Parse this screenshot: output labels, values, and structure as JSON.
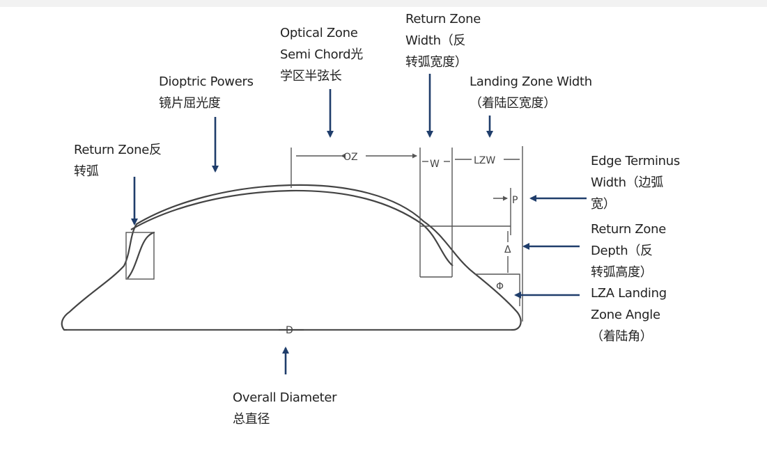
{
  "labels": {
    "optical_zone": "Optical Zone\nSemi Chord光\n学区半弦长",
    "return_zone_width": "Return Zone\nWidth（反\n转弧宽度）",
    "landing_zone_width": "Landing Zone Width\n（着陆区宽度）",
    "dioptric_powers": "Dioptric Powers\n镜片屈光度",
    "return_zone": "Return Zone反\n转弧",
    "edge_terminus_width": "Edge Terminus\nWidth（边弧\n宽）",
    "return_zone_depth": "Return Zone\nDepth（反\n转弧高度）",
    "lza_landing_zone_angle": "LZA Landing\nZone Angle\n（着陆角）",
    "overall_diameter": "Overall Diameter\n总直径"
  },
  "dimension_letters": {
    "oz": "OZ",
    "w": "W",
    "lzw": "LZW",
    "p": "P",
    "delta": "Δ",
    "phi": "Φ",
    "d": "D"
  },
  "colors": {
    "arrow": "#1f3d6b",
    "lens_outline": "#444444",
    "dimension_line": "#555555",
    "top_bar": "#f2f2f2"
  }
}
